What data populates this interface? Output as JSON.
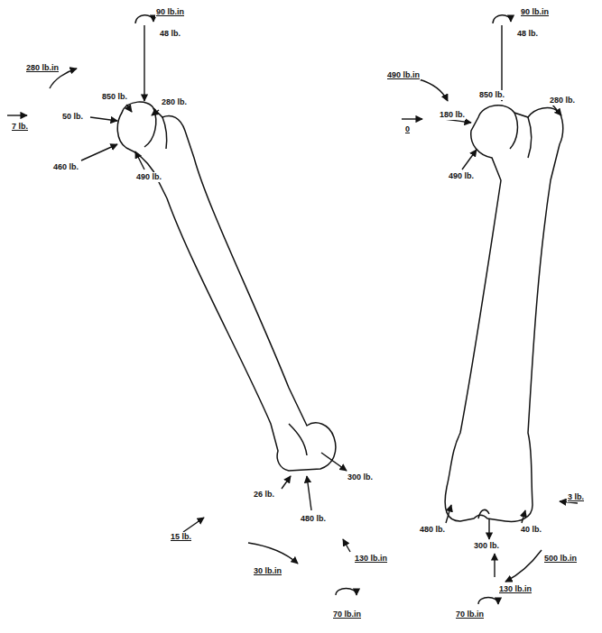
{
  "diagram": {
    "labels": [
      "90 lb.in",
      "48 lb.",
      "280 lb.in",
      "850 lb.",
      "280 lb.",
      "7 lb.",
      "50 lb.",
      "460 lb.",
      "490 lb.",
      "300 lb.",
      "26 lb.",
      "480 lb.",
      "15 lb.",
      "30 lb.in",
      "130 lb.in",
      "70 lb.in",
      "90 lb.in",
      "48 lb.",
      "490 lb.in",
      "850 lb.",
      "280 lb.",
      "0",
      "180 lb.",
      "490 lb.",
      "480 lb.",
      "300 lb.",
      "40 lb.",
      "3 lb.",
      "500 lb.in",
      "130 lb.in",
      "70 lb.in"
    ]
  }
}
